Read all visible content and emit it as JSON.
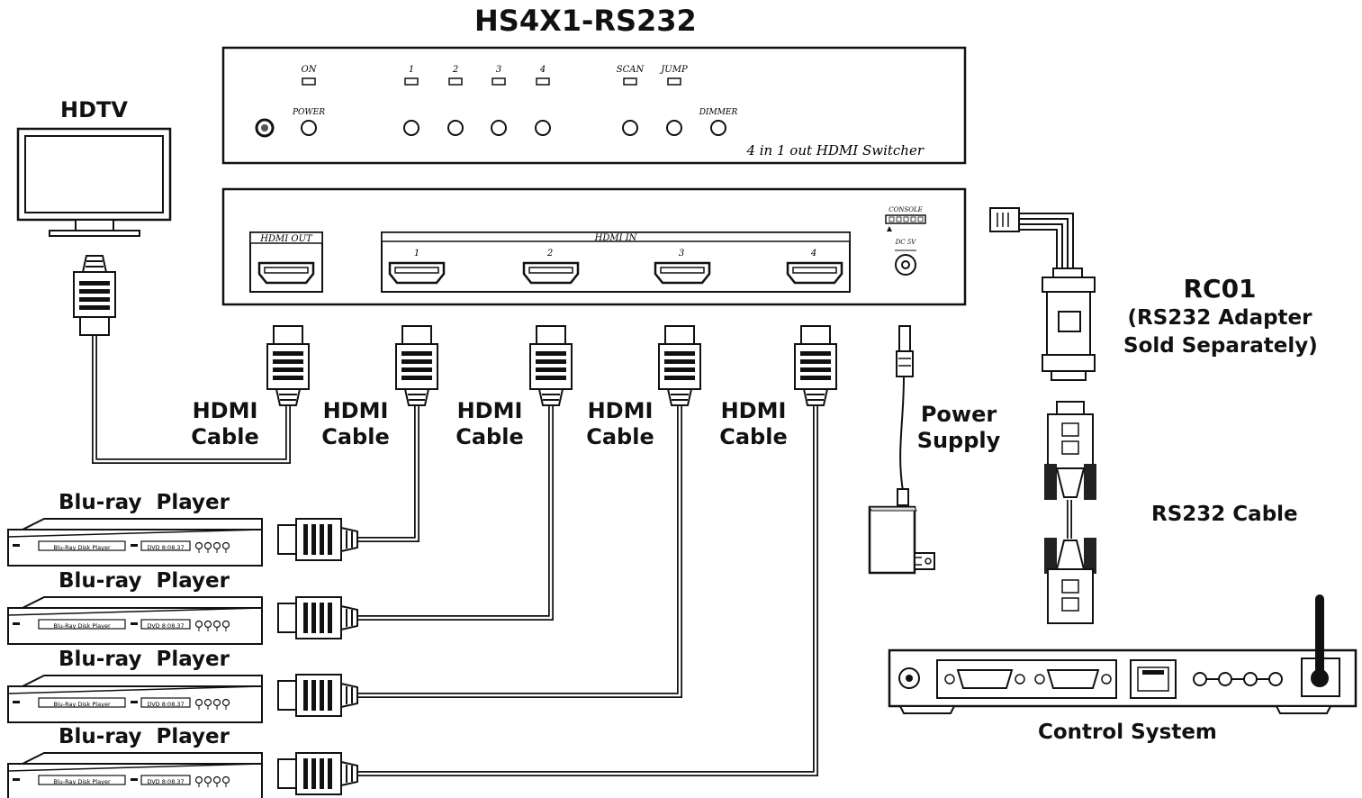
{
  "title": "HS4X1-RS232",
  "front_panel": {
    "led_labels": {
      "on": "ON",
      "in1": "1",
      "in2": "2",
      "in3": "3",
      "in4": "4",
      "scan": "SCAN",
      "jump": "JUMP"
    },
    "power_label": "POWER",
    "dimmer_label": "DIMMER",
    "model_text": "4 in 1 out HDMI Switcher"
  },
  "rear_panel": {
    "hdmi_out_label": "HDMI OUT",
    "hdmi_in_label": "HDMI IN",
    "ports": [
      "1",
      "2",
      "3",
      "4"
    ],
    "console_label": "CONSOLE",
    "dc_label": "DC 5V"
  },
  "hdtv_label": "HDTV",
  "cable_labels": [
    {
      "line1": "HDMI",
      "line2": "Cable"
    },
    {
      "line1": "HDMI",
      "line2": "Cable"
    },
    {
      "line1": "HDMI",
      "line2": "Cable"
    },
    {
      "line1": "HDMI",
      "line2": "Cable"
    },
    {
      "line1": "HDMI",
      "line2": "Cable"
    }
  ],
  "power_supply": {
    "line1": "Power",
    "line2": "Supply"
  },
  "rc01": {
    "line1": "RC01",
    "line2": "(RS232 Adapter",
    "line3": "Sold Separately)"
  },
  "rs232_cable_label": "RS232 Cable",
  "control_system_label": "Control System",
  "players": [
    {
      "label": "Blu-ray  Player",
      "disk_text": "Blu-Ray Disk Player",
      "dvd_text": "DVD  8:08.37"
    },
    {
      "label": "Blu-ray  Player",
      "disk_text": "Blu-Ray Disk Player",
      "dvd_text": "DVD  8:08.37"
    },
    {
      "label": "Blu-ray  Player",
      "disk_text": "Blu-Ray Disk Player",
      "dvd_text": "DVD  8:08.37"
    },
    {
      "label": "Blu-ray  Player",
      "disk_text": "Blu-Ray Disk Player",
      "dvd_text": "DVD  8:08.37"
    }
  ]
}
